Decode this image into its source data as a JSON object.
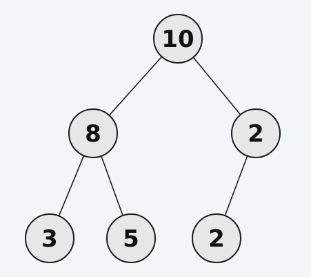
{
  "tree": {
    "nodes": [
      {
        "id": "n0",
        "label": "10"
      },
      {
        "id": "n1",
        "label": "8"
      },
      {
        "id": "n2",
        "label": "2"
      },
      {
        "id": "n3",
        "label": "3"
      },
      {
        "id": "n4",
        "label": "5"
      },
      {
        "id": "n5",
        "label": "2"
      }
    ],
    "edges": [
      {
        "from": "n0",
        "to": "n1"
      },
      {
        "from": "n0",
        "to": "n2"
      },
      {
        "from": "n1",
        "to": "n3"
      },
      {
        "from": "n1",
        "to": "n4"
      },
      {
        "from": "n2",
        "to": "n5"
      }
    ]
  },
  "colors": {
    "background": "#f4f5f7",
    "node_fill": "#e7e7e7",
    "stroke": "#1b1b1b",
    "text": "#111111"
  }
}
